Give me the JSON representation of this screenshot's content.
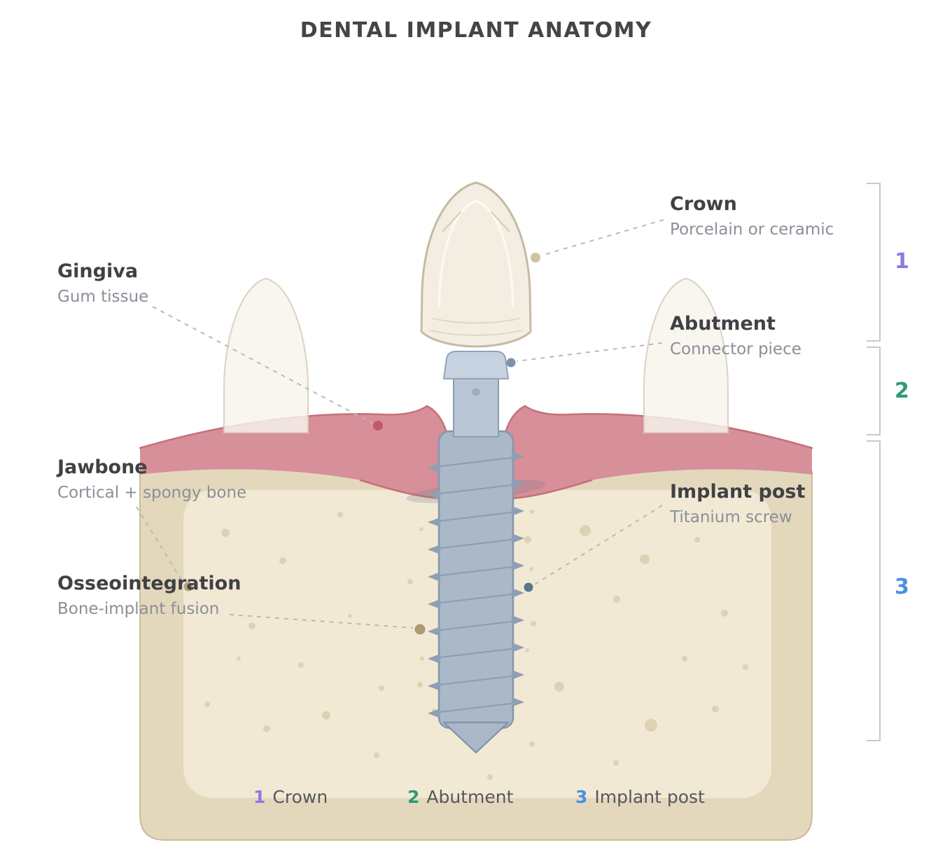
{
  "title": "DENTAL IMPLANT ANATOMY",
  "annotations": {
    "crown": {
      "title": "Crown",
      "subtitle": "Porcelain or ceramic"
    },
    "abutment": {
      "title": "Abutment",
      "subtitle": "Connector piece"
    },
    "gingiva": {
      "title": "Gingiva",
      "subtitle": "Gum tissue"
    },
    "jawbone": {
      "title": "Jawbone",
      "subtitle": "Cortical + spongy bone"
    },
    "osseointegration": {
      "title": "Osseointegration",
      "subtitle": "Bone-implant fusion"
    },
    "implant_post": {
      "title": "Implant post",
      "subtitle": "Titanium screw"
    }
  },
  "brackets": [
    {
      "number": "1",
      "color": "#8d7ae0"
    },
    {
      "number": "2",
      "color": "#2a9d72"
    },
    {
      "number": "3",
      "color": "#4a90e2"
    }
  ],
  "legend": [
    {
      "number": "1",
      "label": "Crown",
      "color": "#8d7ae0"
    },
    {
      "number": "2",
      "label": "Abutment",
      "color": "#2a9d72"
    },
    {
      "number": "3",
      "label": "Implant post",
      "color": "#4a90e2"
    }
  ],
  "palette": {
    "gum": "#d78f99",
    "gum_edge": "#c4707c",
    "bone_cortical": "#e4d8bc",
    "bone_spongy": "#f2e9d4",
    "crown": "#f3eee1",
    "crown_outline": "#c6bba2",
    "metal": "#aab8c8",
    "metal_light": "#c7d2e0",
    "metal_outline": "#8496ac",
    "leader_line": "#b9b9b9",
    "bracket": "#c9c9c9",
    "title_text": "#454545",
    "label_text": "#3f4145",
    "sublabel_text": "#8a8f98"
  }
}
